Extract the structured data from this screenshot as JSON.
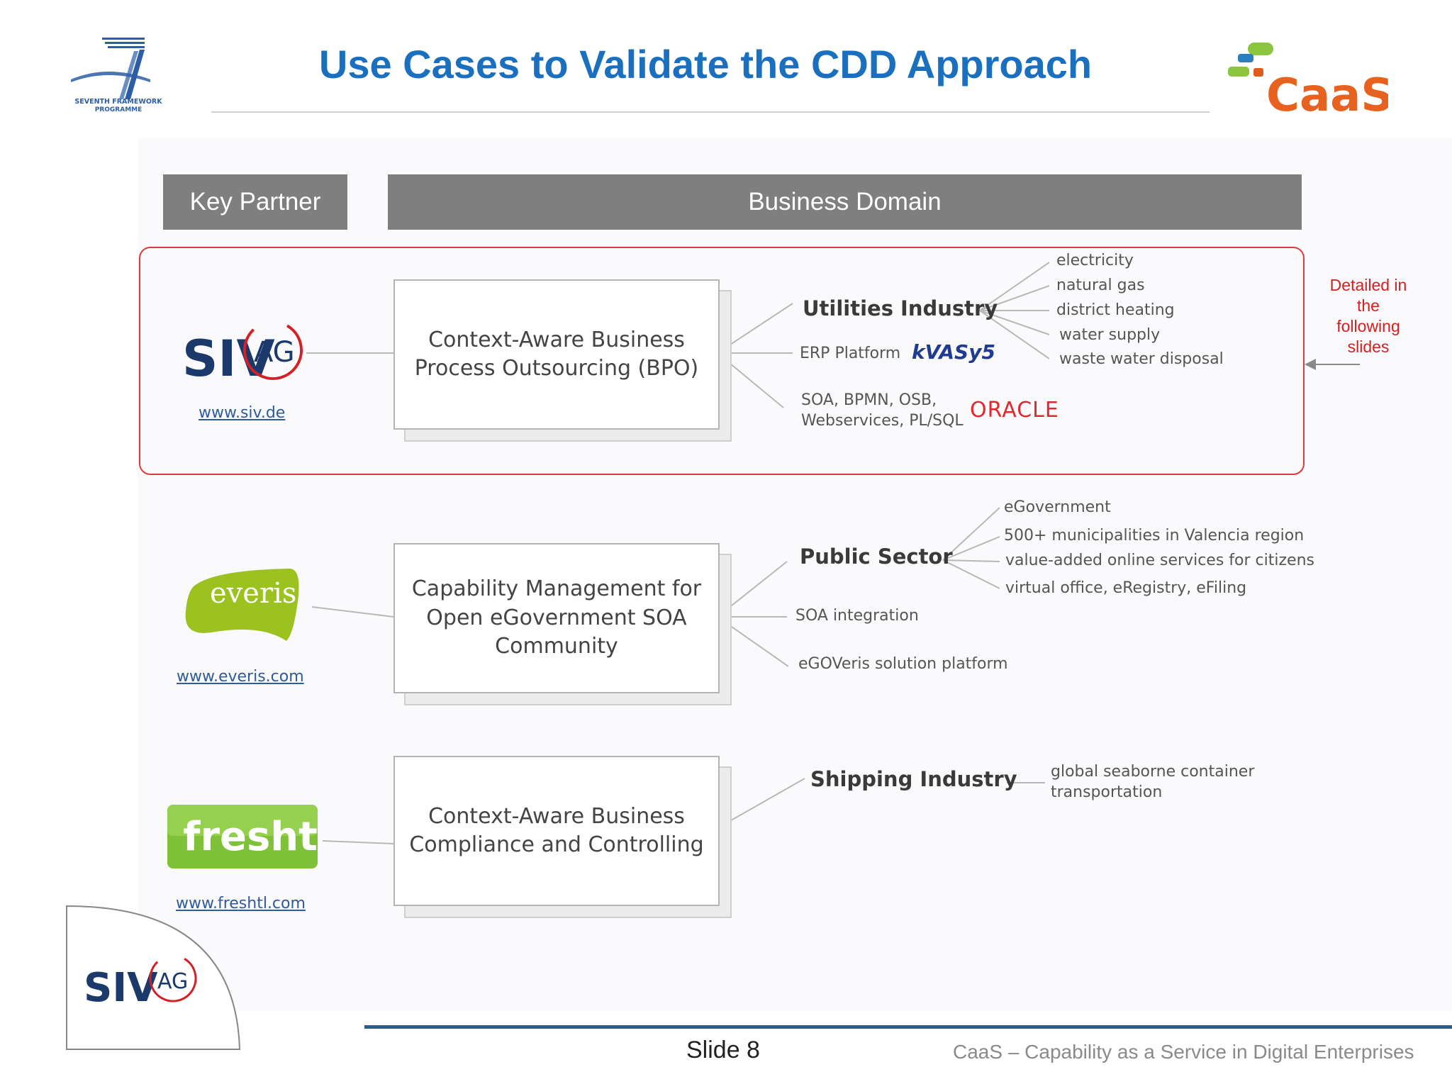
{
  "header": {
    "title": "Use Cases to Validate the CDD Approach",
    "fp7_logo_text": [
      "SEVENTH FRAMEWORK",
      "PROGRAMME"
    ],
    "caas_logo_text": "CaaS"
  },
  "columns": {
    "key_partner": "Key Partner",
    "business_domain": "Business Domain"
  },
  "note": {
    "lines": [
      "Detailed in",
      "the",
      "following",
      "slides"
    ]
  },
  "use_cases": [
    {
      "partner_logo": "SIVAG",
      "partner_url": "www.siv.de",
      "box_lines": [
        "Context-Aware Business",
        "Process Outsourcing (BPO)"
      ],
      "domain": "Utilities Industry",
      "details": [
        "electricity",
        "natural gas",
        "district heating",
        "water supply",
        "waste water disposal"
      ],
      "tech": [
        "ERP Platform",
        "SOA, BPMN, OSB,",
        "Webservices, PL/SQL"
      ],
      "tech_logos": [
        "kVASy5",
        "ORACLE"
      ]
    },
    {
      "partner_logo": "everis",
      "partner_url": "www.everis.com",
      "box_lines": [
        "Capability Management for",
        "Open eGovernment SOA",
        "Community"
      ],
      "domain": "Public Sector",
      "details": [
        "eGovernment",
        "500+  municipalities in Valencia region",
        "value-added online services for citizens",
        "virtual office, eRegistry, eFiling"
      ],
      "tech": [
        "SOA integration",
        "eGOVeris solution platform"
      ]
    },
    {
      "partner_logo": "freshtl",
      "partner_url": "www.freshtl.com",
      "box_lines": [
        "Context-Aware Business",
        "Compliance and Controlling"
      ],
      "domain": "Shipping Industry",
      "details": [
        "global seaborne container",
        "transportation"
      ]
    }
  ],
  "corner_logo": "SIVAG",
  "footer": {
    "slide": "Slide 8",
    "text": "CaaS – Capability as a Service in Digital Enterprises"
  },
  "colors": {
    "title_blue": "#1a6fbf",
    "header_gray": "#7f7f7f",
    "highlight_red": "#e0393f",
    "footer_blue": "#2d5c86",
    "everis_green": "#9bc21f",
    "freshtl_green": "#7fc23a"
  }
}
